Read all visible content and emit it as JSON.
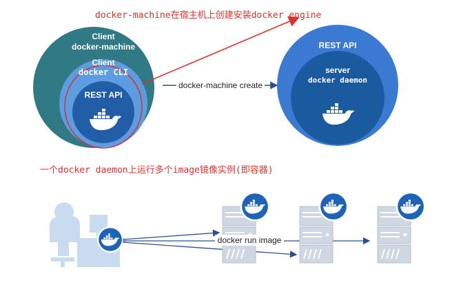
{
  "annotations": {
    "top_note": "docker-machine在宿主机上创建安装docker engine",
    "middle_note": "一个docker daemon上运行多个image镜像实例(即容器)"
  },
  "client": {
    "outer_title": "Client",
    "outer_subtitle": "docker-machine",
    "inner_title": "Client",
    "inner_subtitle": "docker CLI",
    "api_label": "REST API"
  },
  "server": {
    "api_label": "REST API",
    "title": "server",
    "subtitle": "docker daemon"
  },
  "arrows": {
    "create_label": "docker-machine create",
    "run_label": "docker run image"
  },
  "icons": {
    "whale": "docker-whale-icon",
    "user": "user-at-desk-icon",
    "server": "server-rack-icon"
  },
  "colors": {
    "annotation_red": "#e0302b",
    "client_outer": "#2f7a84",
    "client_mid": "#5b9de0",
    "client_inner": "#225da8",
    "server_outer": "#3a7ad3",
    "server_inner": "#1a5a9e",
    "arrow_blue": "#2a4f8f",
    "person_light": "#c9dcef",
    "rack_gray": "#cfd8e2"
  }
}
